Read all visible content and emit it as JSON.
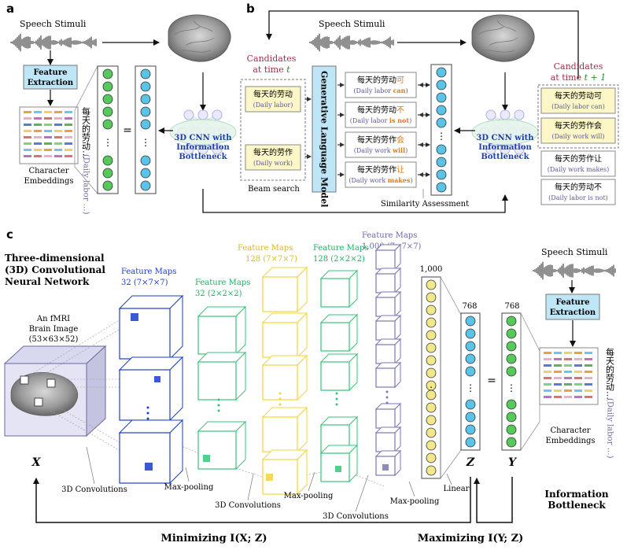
{
  "panel_a": {
    "label": "a",
    "speech_stimuli": "Speech Stimuli",
    "feature_extraction_1": "Feature",
    "feature_extraction_2": "Extraction",
    "eq": "=",
    "cnn_1": "3D CNN with",
    "cnn_2": "Information",
    "cnn_3": "Bottleneck",
    "chars": "每天的劳动…",
    "chars_translation": "(Daily labor …)",
    "embeddings_1": "Character",
    "embeddings_2": "Embeddings",
    "dots": "⋮"
  },
  "panel_b": {
    "label": "b",
    "speech_stimuli": "Speech Stimuli",
    "candidates_t_1": "Candidates",
    "candidates_t_2": "at time ",
    "candidates_t_var": "t",
    "candidates_t1_1": "Candidates",
    "candidates_t1_2": "at time ",
    "candidates_t1_var": "t + 1",
    "beam": [
      {
        "cn": "每天的劳动",
        "en": "(Daily labor)"
      },
      {
        "cn": "每天的劳作",
        "en": "(Daily work)"
      }
    ],
    "beam_search": "Beam search",
    "glm": "Generative Language Model",
    "expansions": [
      {
        "cn": "每天的劳动",
        "cn_hl": "可",
        "en": "(Daily labor ",
        "en_hl": "can",
        "en_end": ")"
      },
      {
        "cn": "每天的劳动",
        "cn_hl": "不",
        "en": "(Daily labor ",
        "en_hl": "is not",
        "en_end": ")"
      },
      {
        "cn": "每天的劳作",
        "cn_hl": "会",
        "en": "(Daily work ",
        "en_hl": "will",
        "en_end": ")"
      },
      {
        "cn": "每天的劳作",
        "cn_hl": "让",
        "en": "(Daily work ",
        "en_hl": "makes",
        "en_end": ")"
      }
    ],
    "similarity": "Similarity Assessment",
    "cnn_1": "3D CNN with",
    "cnn_2": "Information",
    "cnn_3": "Bottleneck",
    "next": [
      {
        "cn": "每天的劳动可",
        "en": "(Daily labor can)"
      },
      {
        "cn": "每天的劳作会",
        "en": "(Daily work will)"
      },
      {
        "cn": "每天的劳作让",
        "en": "(Daily work makes)"
      },
      {
        "cn": "每天的劳动不",
        "en": "(Daily labor is not)"
      }
    ]
  },
  "panel_c": {
    "label": "c",
    "title_1": "Three-dimensional",
    "title_2": "(3D) Convolutional",
    "title_3": "Neural Network",
    "brain_1": "An  fMRI",
    "brain_2": "Brain Image",
    "brain_3": "(53×63×52)",
    "fm1_1": "Feature Maps",
    "fm1_2": "32 (7×7×7)",
    "fm2_1": "Feature Maps",
    "fm2_2": "32 (2×2×2)",
    "fm3_1": "Feature Maps",
    "fm3_2": "128 (7×7×7)",
    "fm4_1": "Feature Maps",
    "fm4_2": "128 (2×2×2)",
    "fm5_1": "Feature Maps",
    "fm5_2": "1,000 (7×7×7)",
    "n1000": "1,000",
    "n768a": "768",
    "n768b": "768",
    "eq": "=",
    "x": "X",
    "z": "Z",
    "y": "Y",
    "conv1": "3D Convolutions",
    "pool1": "Max-pooling",
    "conv2": "3D Convolutions",
    "pool2": "Max-pooling",
    "conv3": "3D Convolutions",
    "pool3": "Max-pooling",
    "linear": "Linear",
    "speech_stimuli": "Speech Stimuli",
    "feature_extraction_1": "Feature",
    "feature_extraction_2": "Extraction",
    "chars": "每天的劳动…",
    "chars_translation": "(Daily labor …)",
    "embeddings_1": "Character",
    "embeddings_2": "Embeddings",
    "ib_1": "Information",
    "ib_2": "Bottleneck",
    "minimizing": "Minimizing  ",
    "min_expr": "I(X; Z)",
    "maximizing": "Maximizing  ",
    "max_expr": "I(Y; Z)",
    "dots": "⋮"
  },
  "colors": {
    "blue_node": "#5bc3e8",
    "green_node": "#57c95a",
    "yellow_node": "#f2e88a",
    "fm_blue": "#1a3ccc",
    "fm_green": "#36c47a",
    "fm_yellow": "#f2d43a",
    "fm_purple": "#7b78b0",
    "candidate_red": "#a0304a",
    "highlight_orange": "#e07a10",
    "box_fill": "#fdf7c8",
    "feat_box": "#bfe6f7"
  }
}
